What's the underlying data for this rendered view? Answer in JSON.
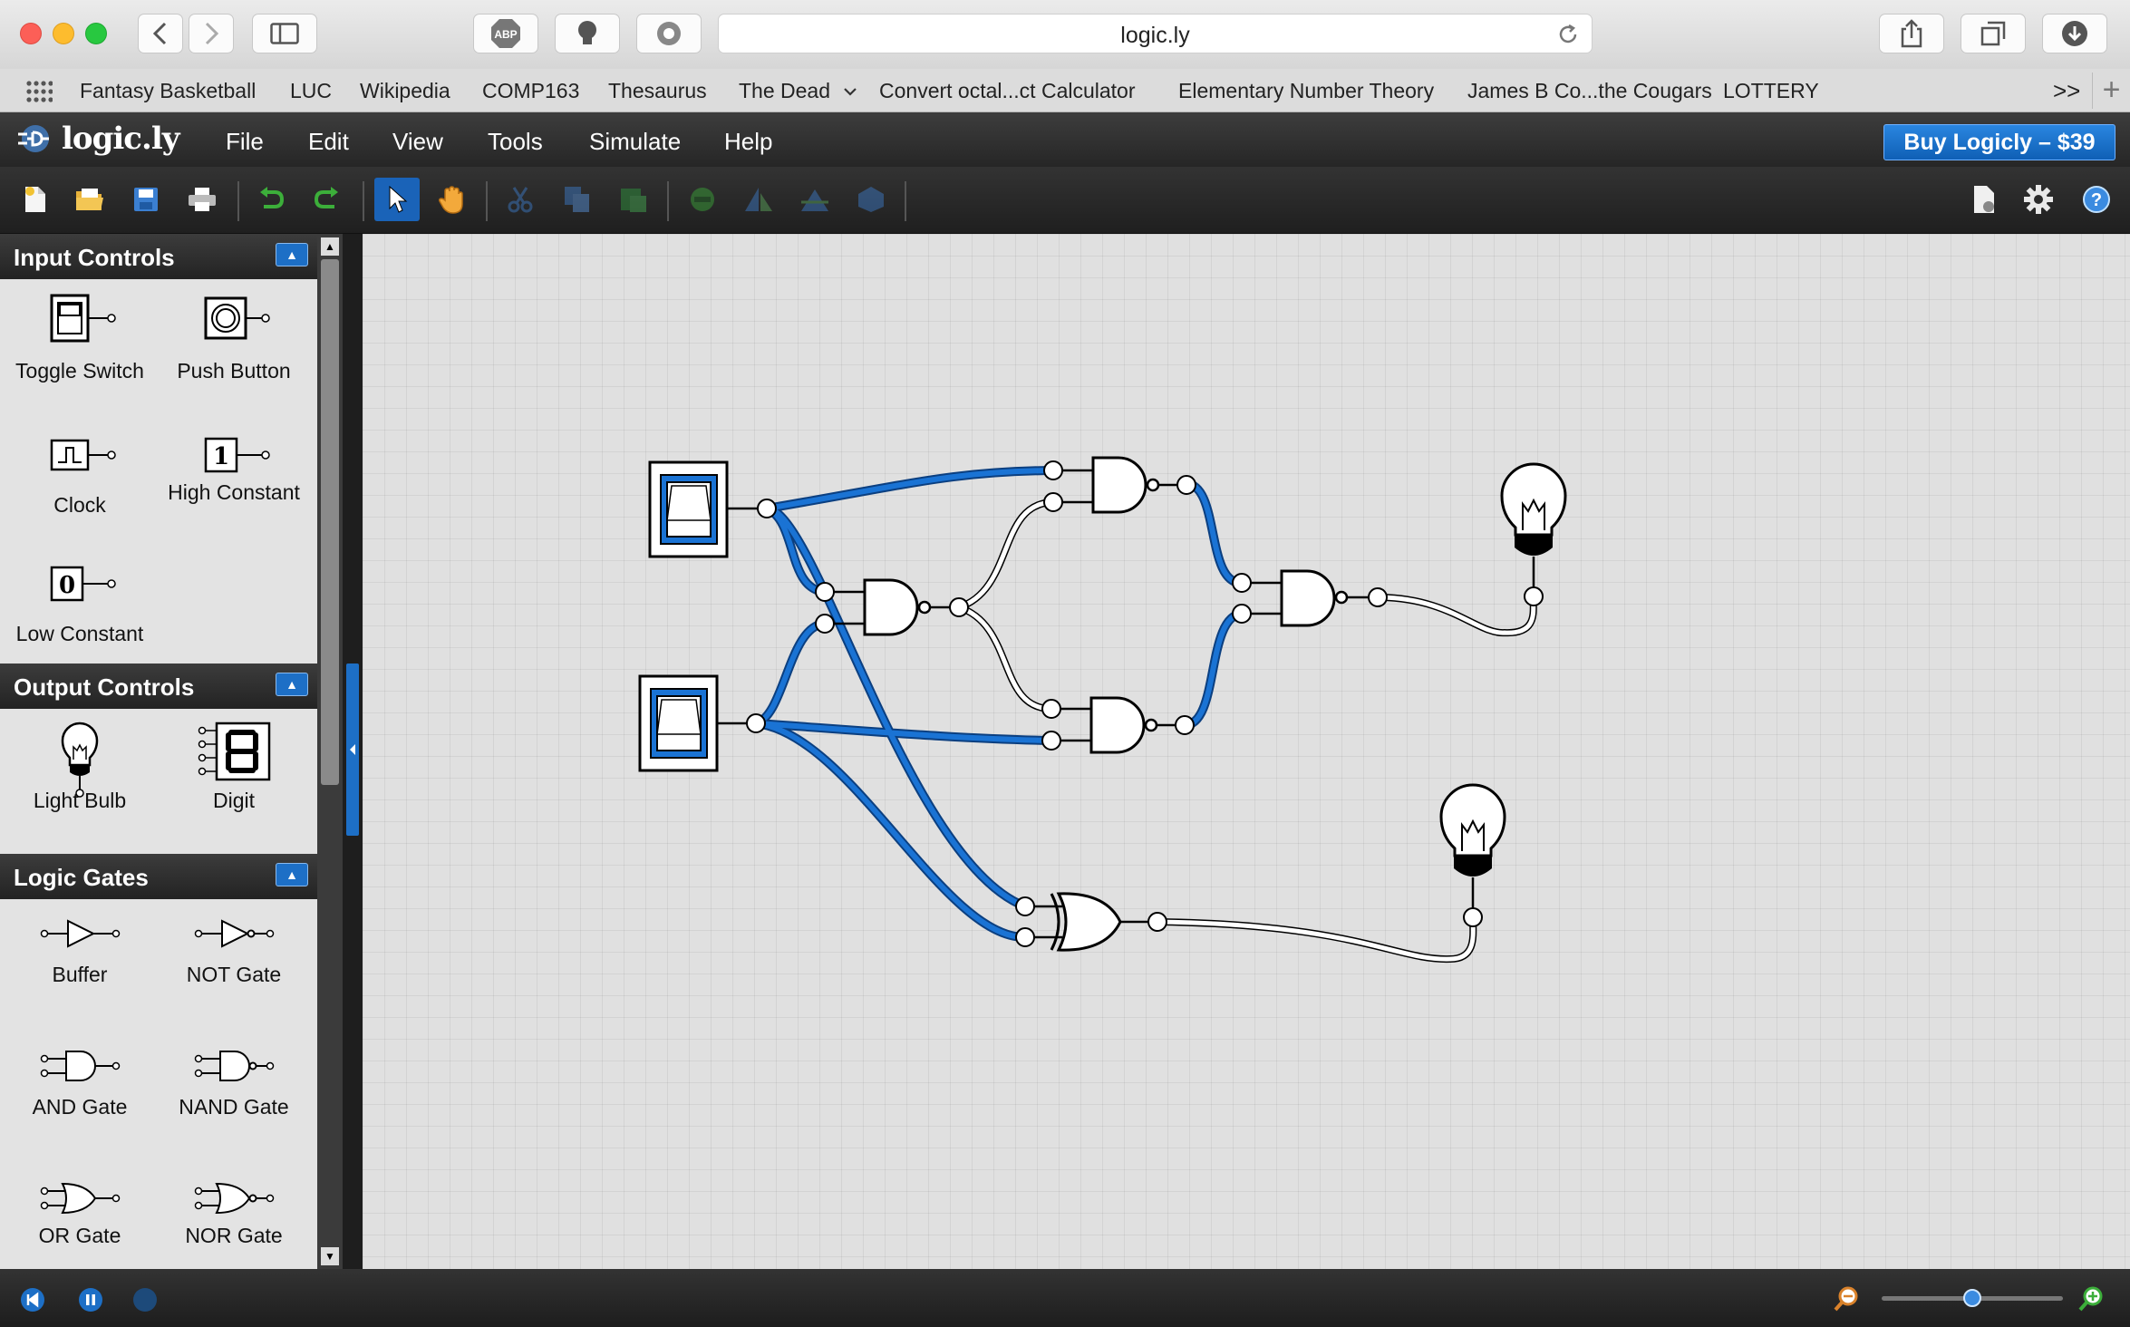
{
  "browser": {
    "url": "logic.ly",
    "bookmarks": [
      "Fantasy Basketball",
      "LUC",
      "Wikipedia",
      "COMP163",
      "Thesaurus",
      "The Dead",
      "Convert octal...ct Calculator",
      "Elementary Number Theory",
      "James B Co...the Cougars",
      "LOTTERY"
    ],
    "overflow_label": ">>",
    "buttons": {
      "back": "back-icon",
      "forward": "forward-icon",
      "sidebar": "sidebar-icon",
      "abp": "ABP",
      "share": "share-icon",
      "tabs": "tabs-icon",
      "downloads": "download-icon"
    }
  },
  "app": {
    "logo_text": "logic.ly",
    "menu": [
      "File",
      "Edit",
      "View",
      "Tools",
      "Simulate",
      "Help"
    ],
    "buy_label": "Buy Logicly – $39",
    "toolbar_icons": [
      "new-icon",
      "open-icon",
      "save-icon",
      "print-icon",
      "undo-icon",
      "redo-icon",
      "select-icon",
      "pan-icon",
      "cut-icon",
      "copy-icon",
      "paste-icon",
      "rotate-icon",
      "flip-horizontal-icon",
      "flip-vertical-icon",
      "group-icon",
      "document-settings-icon",
      "gear-icon",
      "help-icon"
    ]
  },
  "sidebar": {
    "input_controls": {
      "title": "Input Controls",
      "items": [
        "Toggle Switch",
        "Push Button",
        "Clock",
        "High Constant",
        "Low Constant"
      ],
      "high_glyph": "1",
      "low_glyph": "0"
    },
    "output_controls": {
      "title": "Output Controls",
      "items": [
        "Light Bulb",
        "Digit"
      ]
    },
    "logic_gates": {
      "title": "Logic Gates",
      "items": [
        "Buffer",
        "NOT Gate",
        "AND Gate",
        "NAND Gate",
        "OR Gate",
        "NOR Gate"
      ]
    },
    "collapse_glyph": "▲"
  },
  "colors": {
    "wire_high": "#1a73d4",
    "wire_low": "#ffffff",
    "accent": "#1d6fc6"
  }
}
